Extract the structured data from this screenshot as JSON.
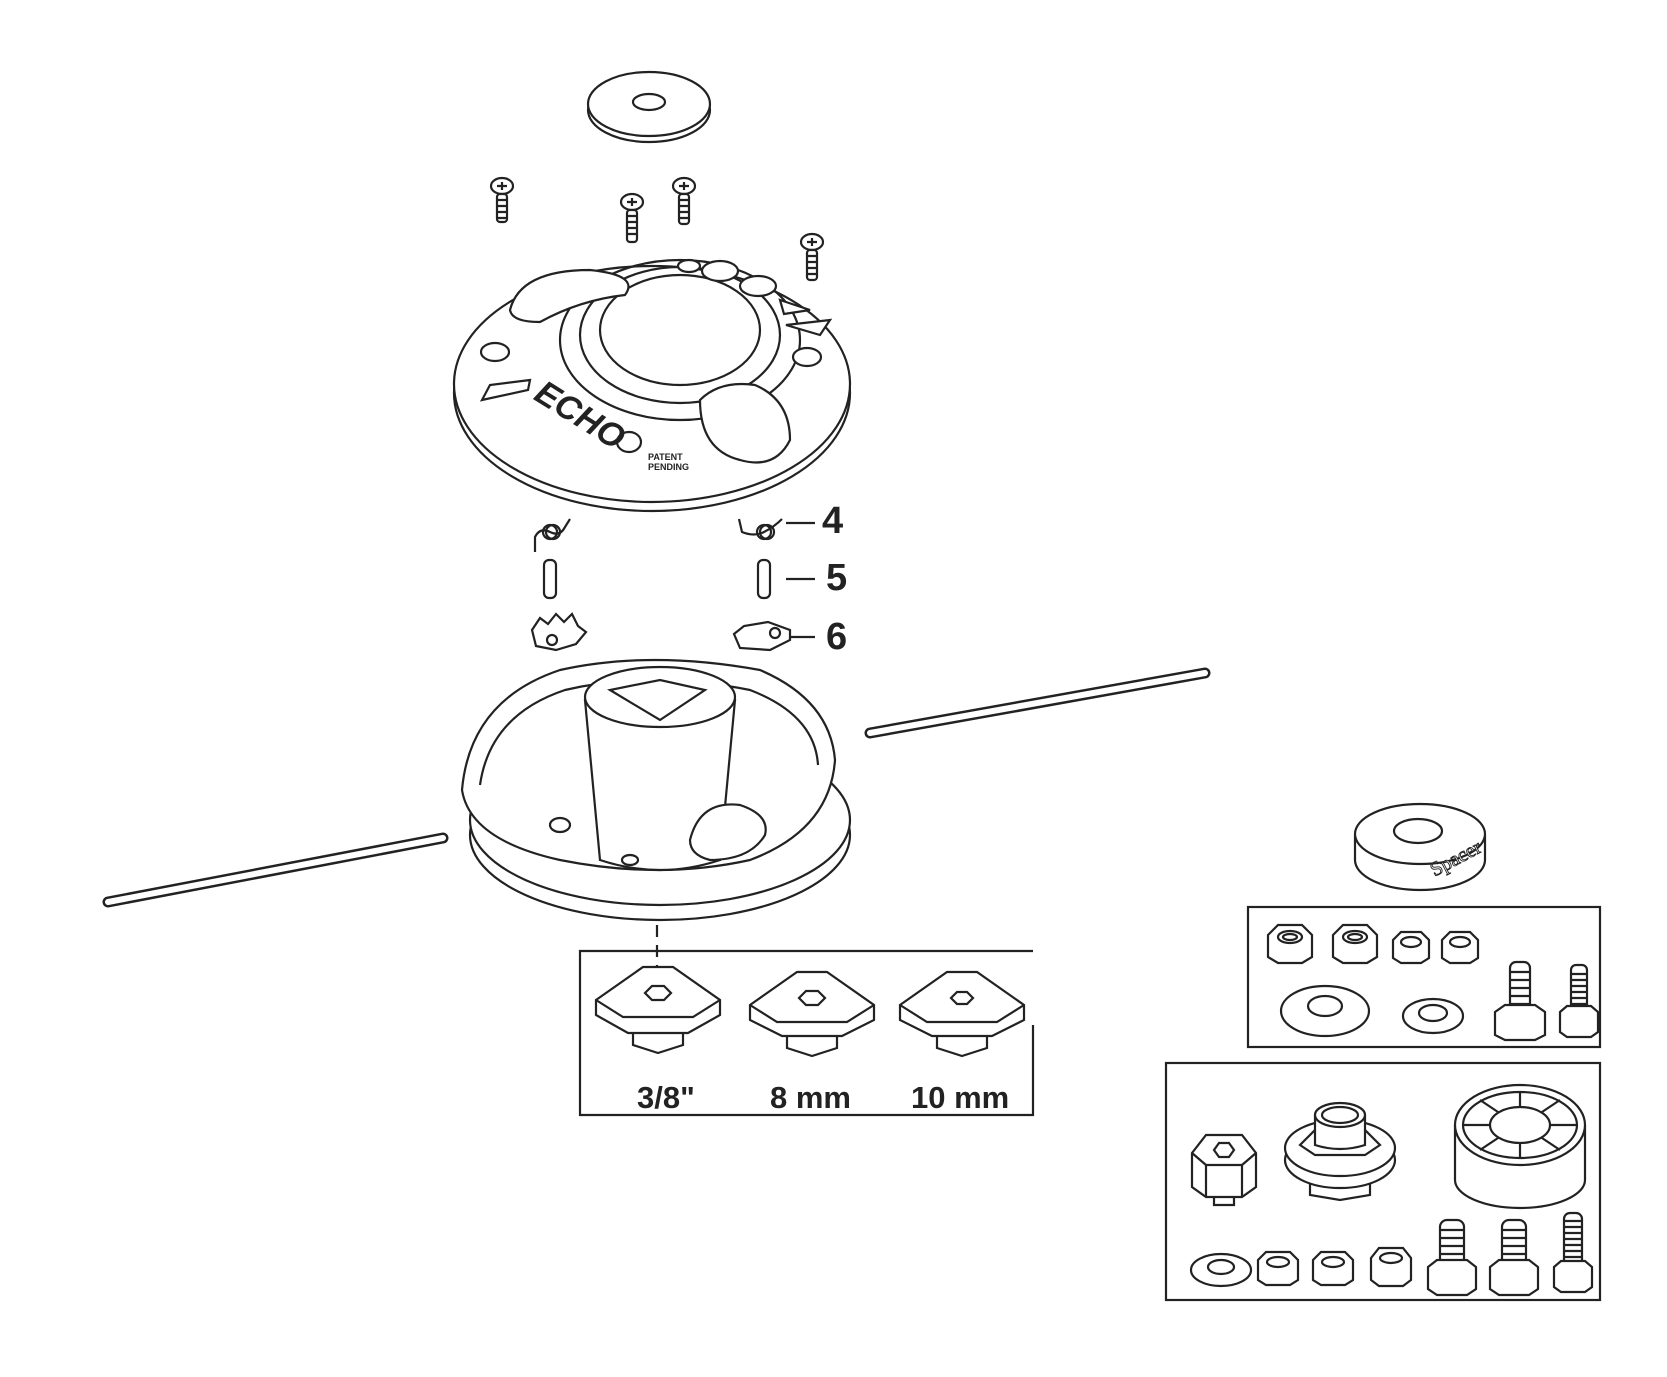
{
  "callouts": [
    {
      "number": "4",
      "part": "spring"
    },
    {
      "number": "5",
      "part": "pin"
    },
    {
      "number": "6",
      "part": "pawl"
    }
  ],
  "cap_markings": {
    "brand": "ECHO",
    "patent": "PATENT PENDING"
  },
  "spacer_label": "Spacer",
  "adapter_sizes": [
    "3/8\"",
    "8 mm",
    "10 mm"
  ]
}
